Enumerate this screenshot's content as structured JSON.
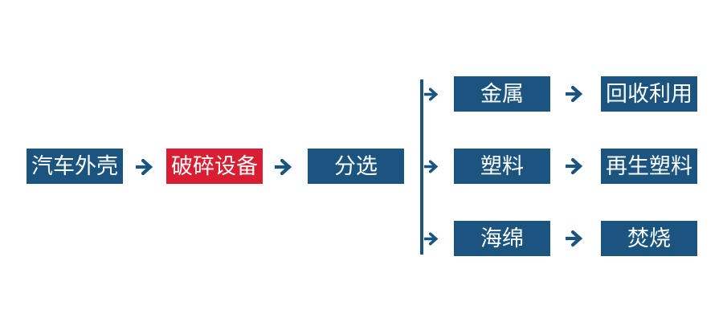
{
  "colors": {
    "box_blue": "#1A547F",
    "box_red": "#D81E30",
    "text": "#FFFFFF"
  },
  "flow": {
    "main": [
      {
        "label": "汽车外壳"
      },
      {
        "label": "破碎设备"
      },
      {
        "label": "分选"
      }
    ],
    "branches": [
      {
        "material": "金属",
        "outcome": "回收利用"
      },
      {
        "material": "塑料",
        "outcome": "再生塑料"
      },
      {
        "material": "海绵",
        "outcome": "焚烧"
      }
    ]
  }
}
